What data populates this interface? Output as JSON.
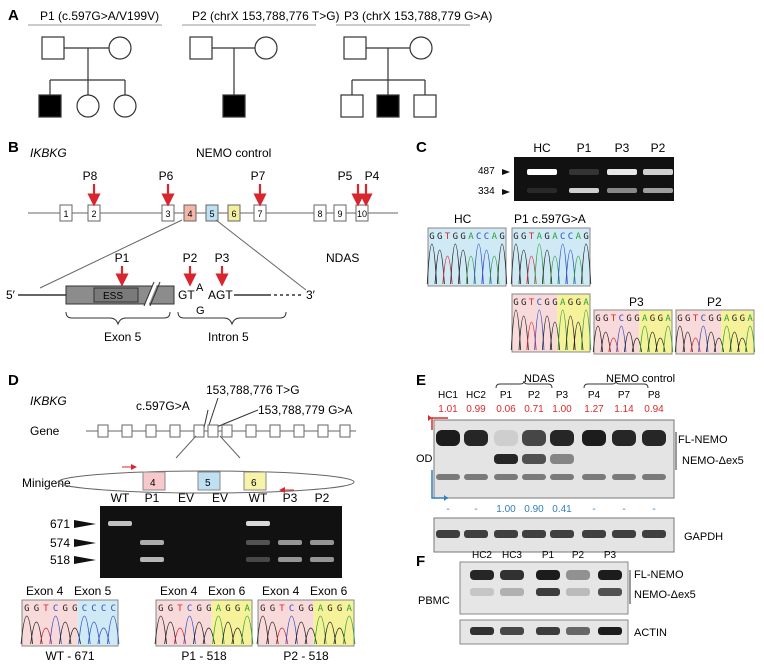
{
  "panel_labels": [
    "A",
    "B",
    "C",
    "D",
    "E",
    "F"
  ],
  "panelA": {
    "titles": [
      "P1 (c.597G>A/V199V)",
      "P2 (chrX 153,788,776 T>G)",
      "P3 (chrX 153,788,779 G>A)"
    ]
  },
  "panelB": {
    "gene": "IKBKG",
    "group_nemo": "NEMO control",
    "group_ndas": "NDAS",
    "exons": [
      "1",
      "2",
      "3",
      "4",
      "5",
      "6",
      "7",
      "8",
      "9",
      "10"
    ],
    "arrow_labels": [
      "P8",
      "P6",
      "P7",
      "P5",
      "P4"
    ],
    "zoom_arrows": [
      "P1",
      "P2",
      "P3"
    ],
    "ess": "ESS",
    "seq_gt": "GT",
    "seq_a": "A",
    "seq_g": "G",
    "seq_agt": "AGT",
    "five_prime": "5′",
    "three_prime": "3′",
    "exon_label": "Exon 5",
    "intron_label": "Intron 5"
  },
  "panelC": {
    "lanes": [
      "HC",
      "P1",
      "P3",
      "P2"
    ],
    "sizes": [
      "487",
      "334"
    ],
    "chrom_top": [
      "HC",
      "P1 c.597G>A"
    ],
    "chrom_top_seq": [
      "GGTGGACCAG",
      "GGTAGACCAG"
    ],
    "chrom_bottom": [
      "P3",
      "P2"
    ],
    "chrom_bottom_seq": [
      "GGTCGGAGGA",
      "GGTCGGAGGA",
      "GGTCGGAGGA"
    ]
  },
  "panelD": {
    "gene": "IKBKG",
    "variants": [
      "c.597G>A",
      "153,788,776 T>G",
      "153,788,779 G>A"
    ],
    "row_gene": "Gene",
    "row_minigene": "Minigene",
    "minigene_exons": [
      "4",
      "5",
      "6"
    ],
    "lanes": [
      "WT",
      "P1",
      "EV",
      "EV",
      "WT",
      "P3",
      "P2"
    ],
    "sizes": [
      "671",
      "574",
      "518"
    ],
    "chroms": [
      {
        "left": "Exon 4",
        "right": "Exon 5",
        "seq": "GGTCGGCCCC",
        "caption": "WT - 671"
      },
      {
        "left": "Exon 4",
        "right": "Exon 6",
        "seq": "GGTCGGAGGA",
        "caption": "P1 - 518"
      },
      {
        "left": "Exon 4",
        "right": "Exon 6",
        "seq": "GGTCGGAGGA",
        "caption": "P2 - 518"
      }
    ]
  },
  "panelE": {
    "group_ndas": "NDAS",
    "group_nemo": "NEMO control",
    "lanes": [
      "HC1",
      "HC2",
      "P1",
      "P2",
      "P3",
      "P4",
      "P7",
      "P8"
    ],
    "od_top": [
      "1.01",
      "0.99",
      "0.06",
      "0.71",
      "1.00",
      "1.27",
      "1.14",
      "0.94"
    ],
    "od_bottom": [
      "-",
      "-",
      "1.00",
      "0.90",
      "0.41",
      "-",
      "-",
      "-"
    ],
    "od_label": "OD",
    "bands": [
      "FL-NEMO",
      "NEMO-Δex5"
    ],
    "loading": "GAPDH",
    "colors": {
      "top": "#d92b2b",
      "bottom": "#2f7fc1"
    }
  },
  "panelF": {
    "lanes": [
      "HC2",
      "HC3",
      "P1",
      "P2",
      "P3"
    ],
    "bands": [
      "FL-NEMO",
      "NEMO-Δex5"
    ],
    "sample": "PBMC",
    "loading": "ACTIN"
  }
}
